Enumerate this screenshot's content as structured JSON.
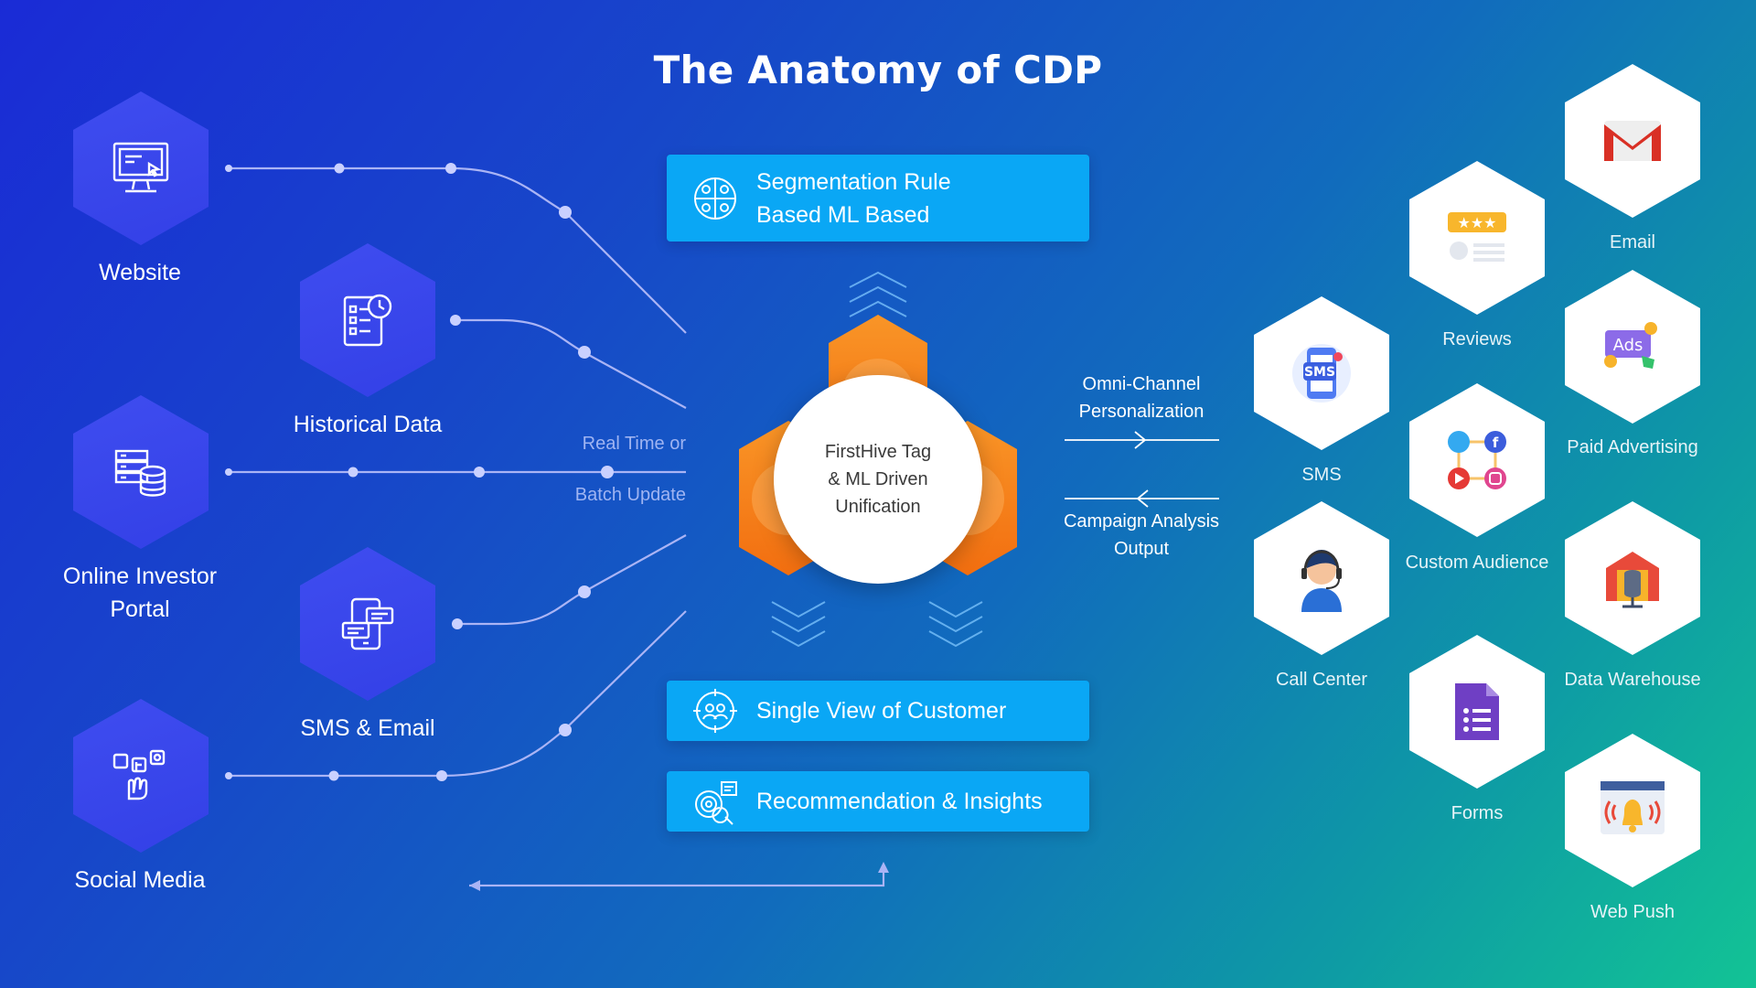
{
  "title": "The Anatomy of CDP",
  "sources": [
    {
      "label": "Website",
      "icon": "monitor-icon"
    },
    {
      "label": "Historical Data",
      "icon": "checklist-clock-icon"
    },
    {
      "label": "Online Investor Portal",
      "icon": "server-database-icon"
    },
    {
      "label": "SMS & Email",
      "icon": "phone-chat-icon"
    },
    {
      "label": "Social Media",
      "icon": "social-hand-icon"
    }
  ],
  "flow_label": {
    "line1": "Real Time or",
    "line2": "Batch Update"
  },
  "boxes": {
    "segmentation": {
      "line1": "Segmentation Rule",
      "line2": "Based ML Based",
      "icon": "segmentation-icon"
    },
    "single_view": {
      "label": "Single View of Customer",
      "icon": "users-target-icon"
    },
    "recommendation": {
      "label": "Recommendation & Insights",
      "icon": "insights-gears-icon"
    }
  },
  "core": {
    "line1": "FirstHive Tag",
    "line2": "& ML Driven",
    "line3": "Unification"
  },
  "omni": {
    "line1": "Omni-Channel",
    "line2": "Personalization"
  },
  "campaign": {
    "line1": "Campaign Analysis",
    "line2": "Output"
  },
  "channels": [
    {
      "label": "Email",
      "icon": "gmail-icon"
    },
    {
      "label": "Reviews",
      "icon": "reviews-icon"
    },
    {
      "label": "Paid Advertising",
      "icon": "ads-icon"
    },
    {
      "label": "SMS",
      "icon": "sms-phone-icon"
    },
    {
      "label": "Custom Audience",
      "icon": "social-network-icon"
    },
    {
      "label": "Call Center",
      "icon": "call-agent-icon"
    },
    {
      "label": "Data Warehouse",
      "icon": "warehouse-icon"
    },
    {
      "label": "Forms",
      "icon": "forms-icon"
    },
    {
      "label": "Web Push",
      "icon": "bell-browser-icon"
    }
  ],
  "colors": {
    "box": "#0aa7f5",
    "hex_blue": "#3a47ec",
    "gear": "#f7861c",
    "bg_start": "#1a2bd6",
    "bg_end": "#12c395"
  }
}
